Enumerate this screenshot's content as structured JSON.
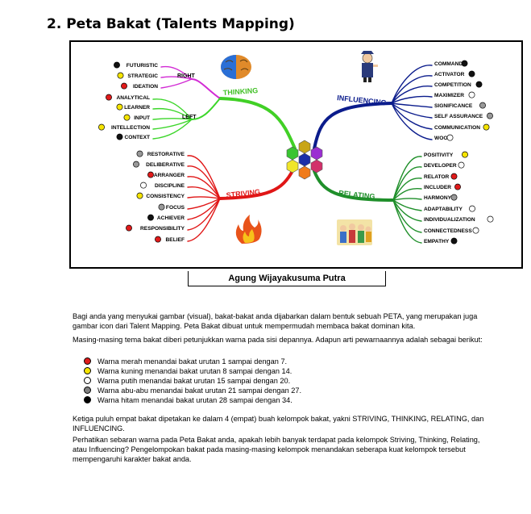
{
  "title": "2. Peta Bakat (Talents Mapping)",
  "map": {
    "groups": {
      "thinking": "THINKING",
      "influencing": "INFLUENCING",
      "striving": "STRIVING",
      "relating": "RELATING"
    },
    "thinking_sub": {
      "right": "RIGHT",
      "left": "LEFT"
    },
    "thinking_right": [
      {
        "label": "FUTURISTIC",
        "color": "#111111"
      },
      {
        "label": "STRATEGIC",
        "color": "#f5e400"
      },
      {
        "label": "IDEATION",
        "color": "#e01b1b"
      }
    ],
    "thinking_left": [
      {
        "label": "ANALYTICAL",
        "color": "#e01b1b"
      },
      {
        "label": "LEARNER",
        "color": "#f5e400"
      },
      {
        "label": "INPUT",
        "color": "#f5e400"
      },
      {
        "label": "INTELLECTION",
        "color": "#f5e400"
      },
      {
        "label": "CONTEXT",
        "color": "#111111"
      }
    ],
    "influencing": [
      {
        "label": "COMMAND",
        "color": "#111111"
      },
      {
        "label": "ACTIVATOR",
        "color": "#111111"
      },
      {
        "label": "COMPETITION",
        "color": "#111111"
      },
      {
        "label": "MAXIMIZER",
        "color": "#ffffff"
      },
      {
        "label": "SIGNIFICANCE",
        "color": "#999999"
      },
      {
        "label": "SELF ASSURANCE",
        "color": "#999999"
      },
      {
        "label": "COMMUNICATION",
        "color": "#f5e400"
      },
      {
        "label": "WOO",
        "color": "#ffffff"
      }
    ],
    "striving": [
      {
        "label": "RESTORATIVE",
        "color": "#999999"
      },
      {
        "label": "DELIBERATIVE",
        "color": "#999999"
      },
      {
        "label": "ARRANGER",
        "color": "#e01b1b"
      },
      {
        "label": "DISCIPLINE",
        "color": "#ffffff"
      },
      {
        "label": "CONSISTENCY",
        "color": "#f5e400"
      },
      {
        "label": "FOCUS",
        "color": "#999999"
      },
      {
        "label": "ACHIEVER",
        "color": "#111111"
      },
      {
        "label": "RESPONSIBILITY",
        "color": "#e01b1b"
      },
      {
        "label": "BELIEF",
        "color": "#e01b1b"
      }
    ],
    "relating": [
      {
        "label": "POSITIVITY",
        "color": "#f5e400"
      },
      {
        "label": "DEVELOPER",
        "color": "#ffffff"
      },
      {
        "label": "RELATOR",
        "color": "#e01b1b"
      },
      {
        "label": "INCLUDER",
        "color": "#e01b1b"
      },
      {
        "label": "HARMONY",
        "color": "#999999"
      },
      {
        "label": "ADAPTABILITY",
        "color": "#ffffff"
      },
      {
        "label": "INDIVIDUALIZATION",
        "color": "#ffffff"
      },
      {
        "label": "CONNECTEDNESS",
        "color": "#ffffff"
      },
      {
        "label": "EMPATHY",
        "color": "#111111"
      }
    ],
    "branch_colors": {
      "thinking_right": "#d22bd4",
      "thinking_left": "#3cd62a",
      "influencing": "#0b1c8c",
      "striving": "#e01616",
      "relating": "#1f8f2a",
      "thinking_main": "#41d026"
    }
  },
  "caption": "Agung Wijayakusuma Putra",
  "paragraphs": {
    "p1": "Bagi anda yang menyukai gambar (visual), bakat-bakat anda dijabarkan dalam bentuk sebuah PETA, yang  merupakan juga gambar icon dari Talent Mapping. Peta Bakat dibuat untuk mempermudah membaca bakat dominan kita.",
    "p2": "Masing-masing tema bakat diberi petunjukkan warna pada sisi depannya. Adapun arti pewarnaannya adalah sebagai berikut:",
    "p3": "Ketiga puluh empat bakat dipetakan ke dalam 4 (empat) buah kelompok bakat, yakni STRIVING, THINKING, RELATING, dan INFLUENCING.",
    "p4": "Perhatikan sebaran warna pada Peta Bakat anda, apakah lebih banyak terdapat pada kelompok Striving, Thinking, Relating, atau Influencing? Pengelompokan bakat pada masing-masing kelompok menandakan seberapa kuat kelompok tersebut mempengaruhi karakter bakat anda."
  },
  "legend": [
    {
      "text": "Warna merah menandai bakat urutan 1 sampai dengan 7.",
      "color": "#e01b1b"
    },
    {
      "text": "Warna kuning menandai bakat urutan 8 sampai dengan 14.",
      "color": "#f5e400"
    },
    {
      "text": "Warna putih menandai bakat urutan 15 sampai dengan  20.",
      "color": "#ffffff"
    },
    {
      "text": "Warna abu-abu menandai bakat urutan  21 sampai dengan 27.",
      "color": "#808080"
    },
    {
      "text": "Warna hitam menandai bakat urutan  28 sampai dengan 34.",
      "color": "#000000"
    }
  ]
}
